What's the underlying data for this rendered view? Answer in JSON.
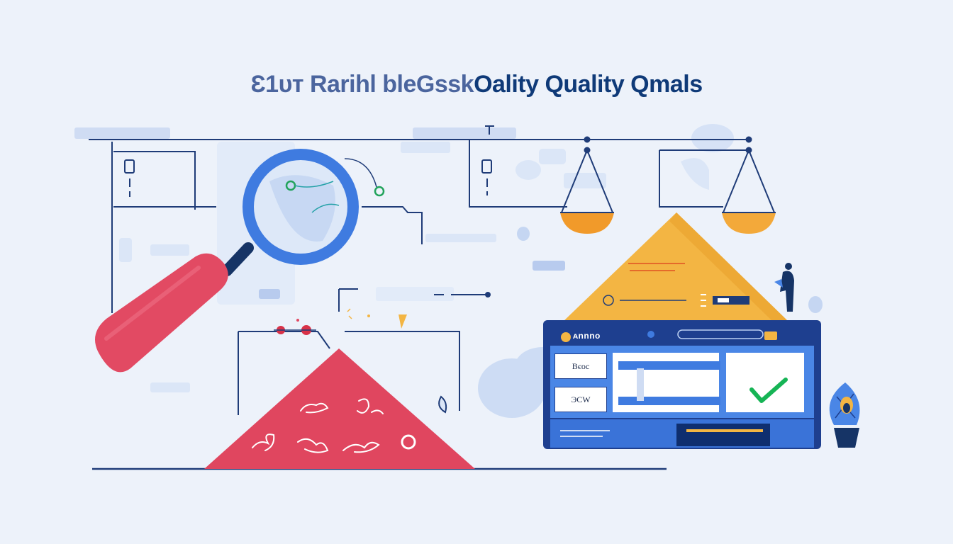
{
  "headline": {
    "garbled_part": "Ɛ1ᴜᴛ Rarihl bleGssk",
    "clear_part": "Oality Quality Qmals"
  },
  "dashboard_window": {
    "brand_label": "ᴀnnno",
    "cells": [
      "Bєoc",
      "ЭCW"
    ],
    "status": "check-icon"
  },
  "colors": {
    "background": "#edf2fa",
    "navy": "#0f3a78",
    "blue": "#3f7be0",
    "red": "#e0465f",
    "amber": "#f3b543",
    "green": "#16b455",
    "window_frame": "#1e3f8f"
  },
  "icons": [
    "magnifying-glass-icon",
    "balance-scale-icon",
    "warning-triangle-icon",
    "check-icon",
    "person-icon",
    "plant-icon"
  ]
}
